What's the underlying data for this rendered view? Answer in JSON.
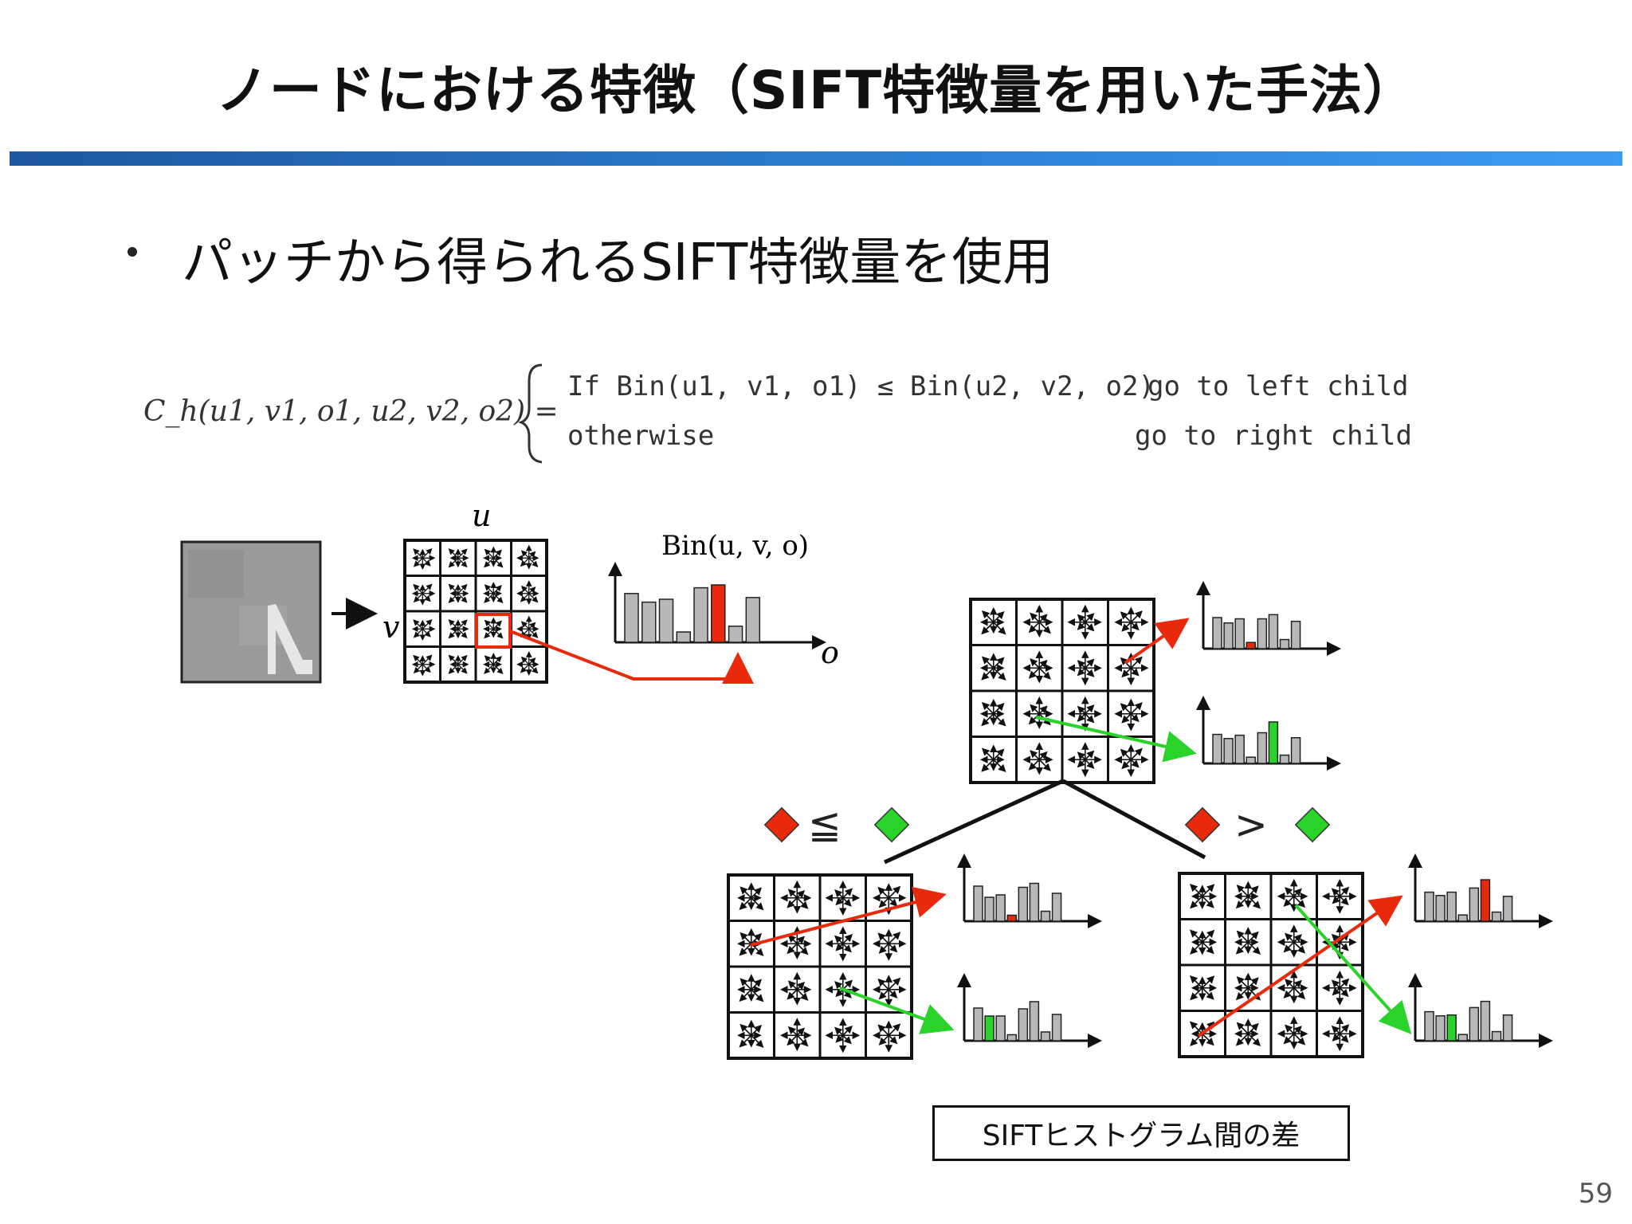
{
  "slide": {
    "title": "ノードにおける特徴（SIFT特徴量を用いた手法）",
    "bullet": "パッチから得られるSIFT特徴量を使用",
    "page_number": "59",
    "caption": "SIFTヒストグラム間の差"
  },
  "formula": {
    "lhs": "C_h(u1, v1, o1, u2, v2, o2) =",
    "case1_condition": "If Bin(u1, v1, o1) ≤ Bin(u2, v2, o2)",
    "case1_result": "go to left child",
    "case2_condition": "otherwise",
    "case2_result": "go to right child"
  },
  "figure": {
    "axis_u": "u",
    "axis_v": "v",
    "axis_o": "o",
    "bin_label": "Bin(u, v, o)",
    "leq_symbol": "≦",
    "gt_symbol": ">"
  },
  "colors": {
    "accent_red": "#e8290b",
    "accent_green": "#2ad32a",
    "bar_gray": "#b8b8b8",
    "title_bar": "#2d7fd4"
  }
}
